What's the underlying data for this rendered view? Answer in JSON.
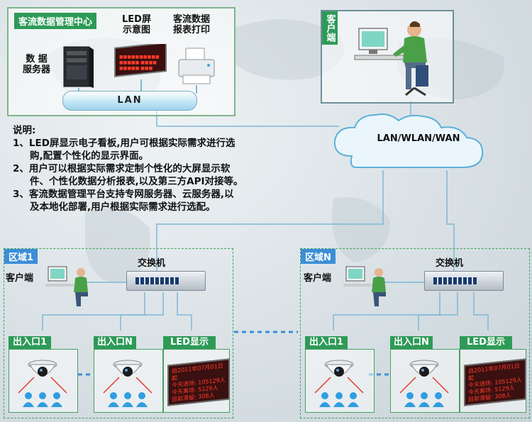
{
  "hub": {
    "title": "客流数据管理中心",
    "server_label": [
      "数 据",
      "服务器"
    ],
    "led_label": [
      "LED屏",
      "示意图"
    ],
    "print_label": [
      "客流数据",
      "报表打印"
    ],
    "lan": "LAN"
  },
  "client_top": {
    "tag": "客户端"
  },
  "cloud": {
    "label": "LAN/WLAN/WAN"
  },
  "description": {
    "heading": "说明:",
    "items": [
      "1、LED屏显示电子看板,用户可根据实际需求进行选",
      "购,配置个性化的显示界面。",
      "2、用户可以根据实际需求定制个性化的大屏显示软",
      "件、个性化数据分析报表,以及第三方API对接等。",
      "3、客流数据管理平台支持专网服务器、云服务器,以",
      "及本地化部署,用户根据实际需求进行选配。"
    ]
  },
  "zones": [
    {
      "tag": "区域1",
      "switch_label": "交换机",
      "client_label": "客户端",
      "exits": [
        "出入口1",
        "出入口N"
      ],
      "led_tag": "LED显示",
      "led_lines": [
        "自2011年07月01日起",
        "今天进场:    105129人",
        "今天离场:     5129人",
        "目前滞留:      308人"
      ]
    },
    {
      "tag": "区域N",
      "switch_label": "交换机",
      "client_label": "客户端",
      "exits": [
        "出入口1",
        "出入口N"
      ],
      "led_tag": "LED显示",
      "led_lines": [
        "自2011年07月01日起",
        "今天进场:    105129人",
        "今天离场:     5129人",
        "目前滞留:      308人"
      ]
    }
  ],
  "colors": {
    "accent_green": "#2e9a57",
    "zone_blue": "#3c8ed6",
    "link": "#7fb8d8"
  }
}
